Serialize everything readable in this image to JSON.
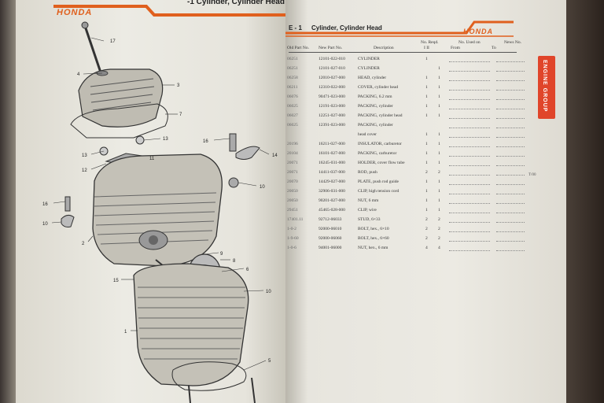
{
  "left_page": {
    "brand": "HONDA",
    "header_title": "-1 Cylinder, Cylinder Head",
    "callouts": [
      "17",
      "4",
      "3",
      "7",
      "13",
      "13",
      "12",
      "11",
      "16",
      "14",
      "10",
      "16",
      "10",
      "2",
      "9",
      "8",
      "6",
      "15",
      "10",
      "1",
      "5"
    ]
  },
  "right_page": {
    "section_code": "E - 1",
    "title": "Cylinder, Cylinder Head",
    "brand": "HONDA",
    "columns": {
      "old_part": "Old Part No.",
      "new_part": "New Part No.",
      "description": "Description",
      "no_reqd": "No. Reqd.",
      "no_reqd_sub": "I   II",
      "no_used_on": "No. Used on",
      "from": "From",
      "to": "To",
      "news": "News No."
    },
    "tab_label": "ENGINE GROUP",
    "side_note": "T/00",
    "rows": [
      {
        "old": "06251",
        "new": "12101-022-010",
        "desc": "CYLINDER",
        "q1": "1",
        "q2": ""
      },
      {
        "old": "06251",
        "new": "12101-027-010",
        "desc": "CYLINDER",
        "q1": "",
        "q2": "1"
      },
      {
        "old": "06258",
        "new": "12010-027-000",
        "desc": "HEAD, cylinder",
        "q1": "1",
        "q2": "1"
      },
      {
        "old": "06211",
        "new": "12310-022-000",
        "desc": "COVER, cylinder head",
        "q1": "1",
        "q2": "1"
      },
      {
        "old": "06076",
        "new": "90471-023-000",
        "desc": "PACKING, 6.2 mm",
        "q1": "1",
        "q2": "1"
      },
      {
        "old": "06025",
        "new": "12191-023-000",
        "desc": "PACKING, cylinder",
        "q1": "1",
        "q2": "1"
      },
      {
        "old": "06027",
        "new": "12251-027-000",
        "desc": "PACKING, cylinder head",
        "q1": "1",
        "q2": "1"
      },
      {
        "old": "06025",
        "new": "12391-023-000",
        "desc": "PACKING, cylinder",
        "q1": "",
        "q2": ""
      },
      {
        "old": "",
        "new": "",
        "desc": "head cover",
        "q1": "1",
        "q2": "1"
      },
      {
        "old": "20196",
        "new": "16211-027-000",
        "desc": "INSULATOR, carburetor",
        "q1": "1",
        "q2": "1"
      },
      {
        "old": "20104",
        "new": "16101-027-000",
        "desc": "PACKING, carburetor",
        "q1": "1",
        "q2": "1"
      },
      {
        "old": "20071",
        "new": "16245-031-000",
        "desc": "HOLDER, cover flow tube",
        "q1": "1",
        "q2": "1"
      },
      {
        "old": "20071",
        "new": "14411-037-000",
        "desc": "ROD, push",
        "q1": "2",
        "q2": "2"
      },
      {
        "old": "20070",
        "new": "14429-027-000",
        "desc": "PLATE, push rod guide",
        "q1": "1",
        "q2": "1"
      },
      {
        "old": "20050",
        "new": "32906-031-000",
        "desc": "CLIP, high tension cord",
        "q1": "1",
        "q2": "1"
      },
      {
        "old": "20050",
        "new": "90201-027-000",
        "desc": "NUT, 6 mm",
        "q1": "1",
        "q2": "1"
      },
      {
        "old": "29451",
        "new": "45465-028-000",
        "desc": "CLIP, wire",
        "q1": "1",
        "q2": "1"
      },
      {
        "old": "17401.11",
        "new": "92712-06033",
        "desc": "STUD, 6×33",
        "q1": "2",
        "q2": "2"
      },
      {
        "old": "1-0-2",
        "new": "92000-06010",
        "desc": "BOLT, hex., 6×10",
        "q1": "2",
        "q2": "2"
      },
      {
        "old": "1-9-60",
        "new": "92000-06060",
        "desc": "BOLT, hex., 6×60",
        "q1": "2",
        "q2": "2"
      },
      {
        "old": "1-0-6",
        "new": "94001-06000",
        "desc": "NUT, hex., 6 mm",
        "q1": "4",
        "q2": "4"
      }
    ]
  },
  "colors": {
    "accent": "#e0601e",
    "tab": "#e0452a",
    "ink": "#222222"
  }
}
